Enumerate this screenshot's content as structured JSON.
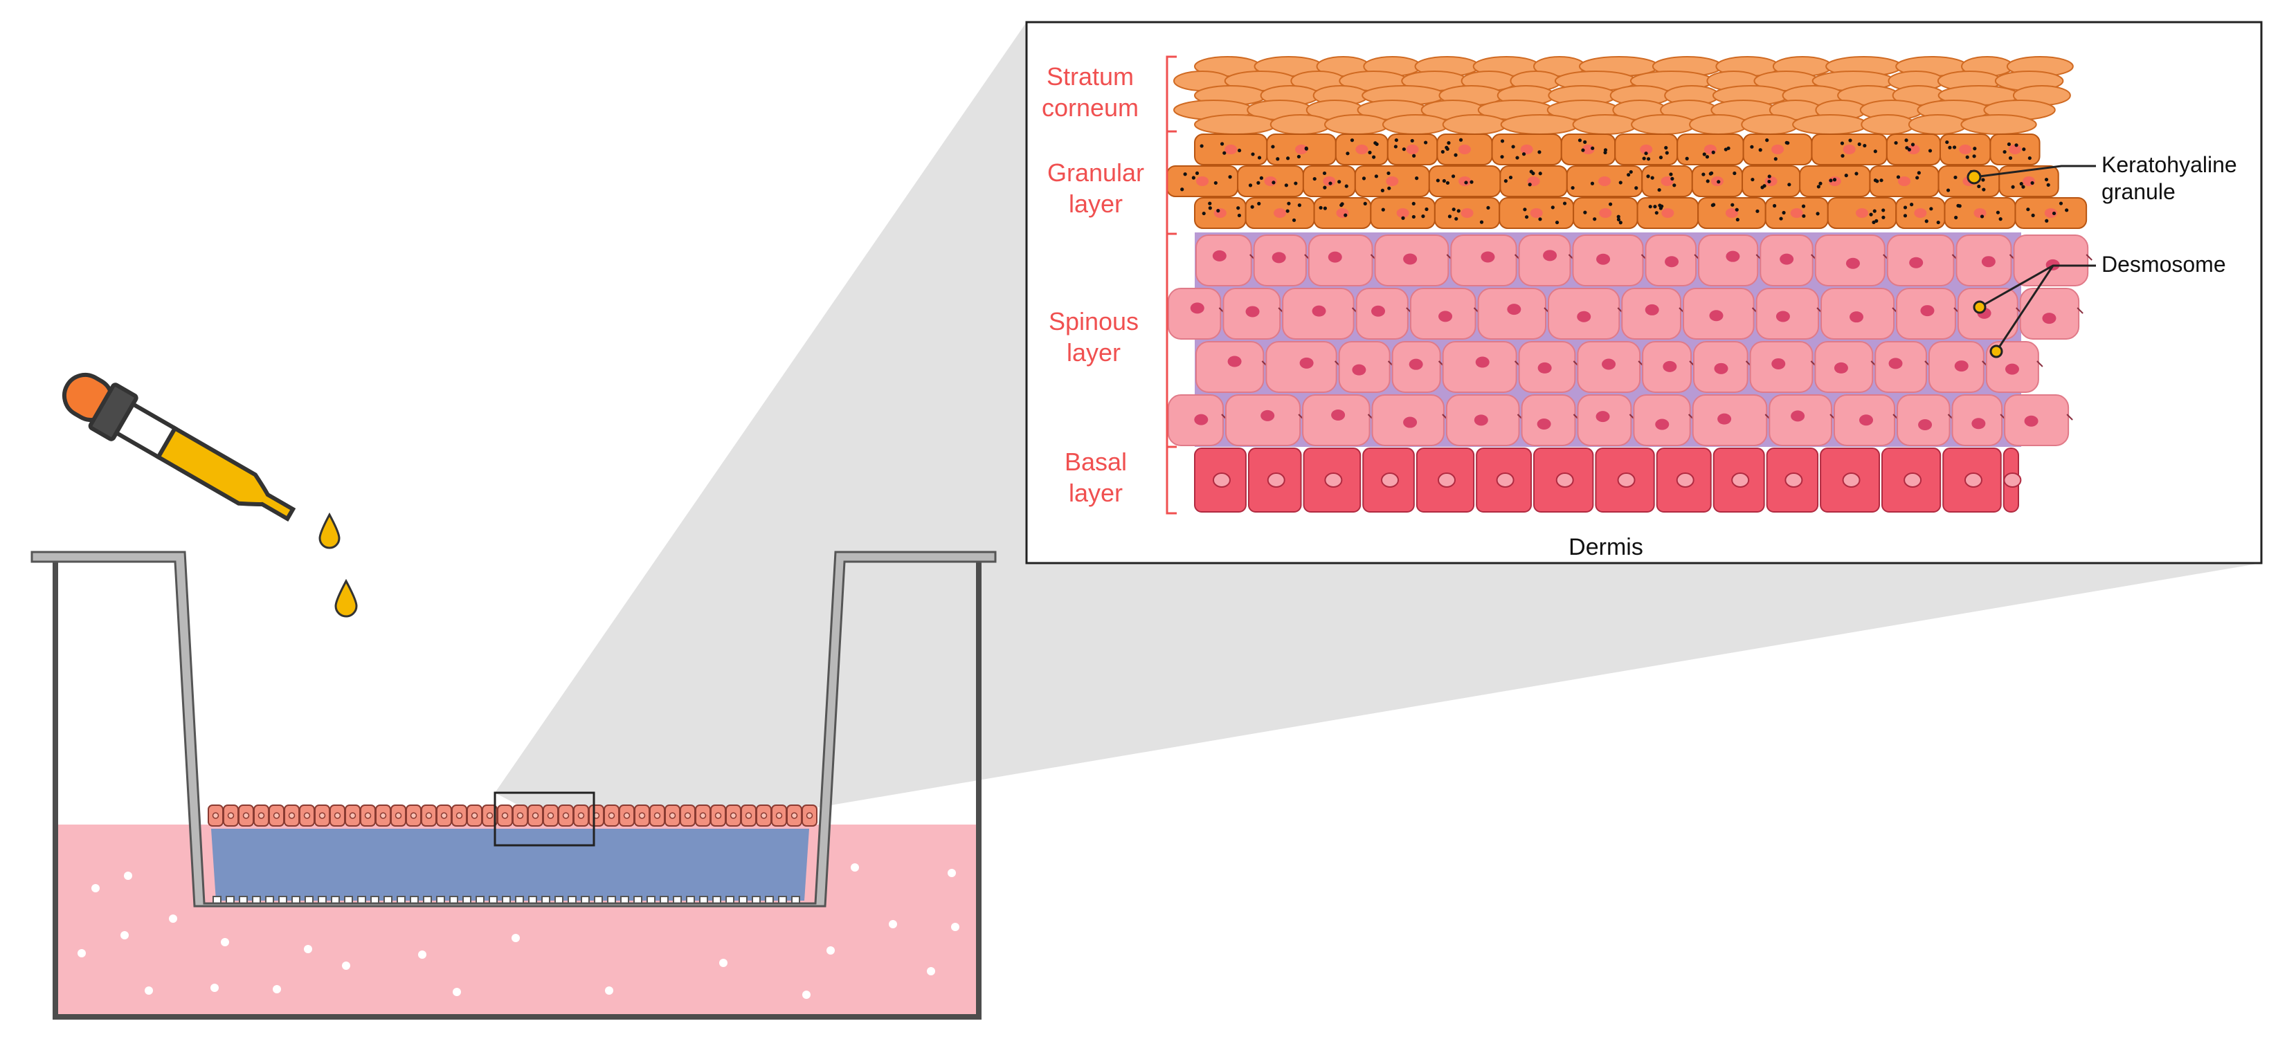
{
  "layers": [
    {
      "id": "stratum-corneum",
      "lines": [
        "Stratum",
        "corneum"
      ]
    },
    {
      "id": "granular-layer",
      "lines": [
        "Granular",
        "layer"
      ]
    },
    {
      "id": "spinous-layer",
      "lines": [
        "Spinous",
        "layer"
      ]
    },
    {
      "id": "basal-layer",
      "lines": [
        "Basal",
        "layer"
      ]
    }
  ],
  "callouts": {
    "keratohyaline": [
      "Keratohyaline",
      "granule"
    ],
    "desmosome": "Desmosome"
  },
  "base_label": "Dermis",
  "colors": {
    "label_red": "#f05050",
    "corneum": "#f5a263",
    "granular": "#f08a3e",
    "spinous": "#f7a0aa",
    "spinous_nucleus": "#d8436a",
    "basal": "#f0566a",
    "medium": "#f9b8c0",
    "membrane": "#7a93c3",
    "droplet": "#f5b800",
    "dropper_bulb": "#f47a30",
    "highlight": "#dadada"
  },
  "icons": [
    "pipette-icon",
    "droplet-icon",
    "transwell-insert",
    "culture-well"
  ]
}
